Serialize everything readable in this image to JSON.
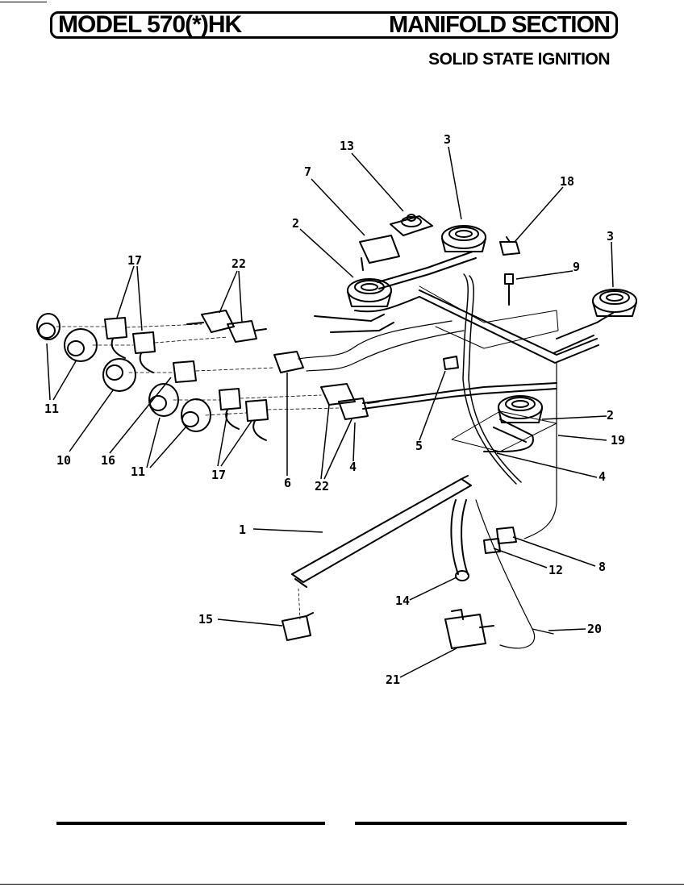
{
  "header": {
    "model": "MODEL 570(*)HK",
    "section": "MANIFOLD SECTION",
    "subtitle": "SOLID STATE IGNITION"
  },
  "callouts": [
    "13",
    "3",
    "7",
    "18",
    "2",
    "3",
    "17",
    "22",
    "9",
    "11",
    "10",
    "16",
    "11",
    "17",
    "6",
    "22",
    "4",
    "5",
    "2",
    "19",
    "4",
    "1",
    "12",
    "8",
    "14",
    "15",
    "20",
    "21"
  ],
  "colors": {
    "ink": "#000000",
    "paper": "#ffffff"
  }
}
